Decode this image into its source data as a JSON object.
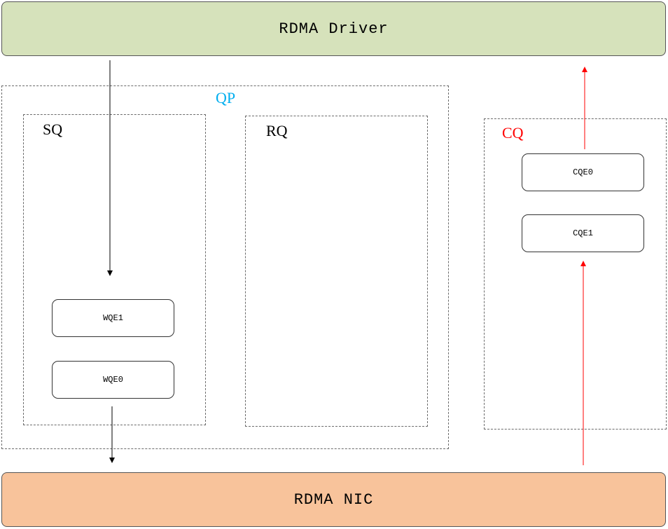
{
  "driver": {
    "label": "RDMA Driver"
  },
  "nic": {
    "label": "RDMA NIC"
  },
  "qp": {
    "label": "QP",
    "label_color": "#00aeef",
    "sq": {
      "label": "SQ",
      "entries": [
        {
          "label": "WQE1"
        },
        {
          "label": "WQE0"
        }
      ]
    },
    "rq": {
      "label": "RQ"
    }
  },
  "cq": {
    "label": "CQ",
    "label_color": "#ff0000",
    "entries": [
      {
        "label": "CQE0"
      },
      {
        "label": "CQE1"
      }
    ]
  },
  "colors": {
    "driver_fill": "#d6e2bb",
    "nic_fill": "#f8c39b",
    "submit_arrow": "#000000",
    "completion_arrow": "#ff0000"
  }
}
